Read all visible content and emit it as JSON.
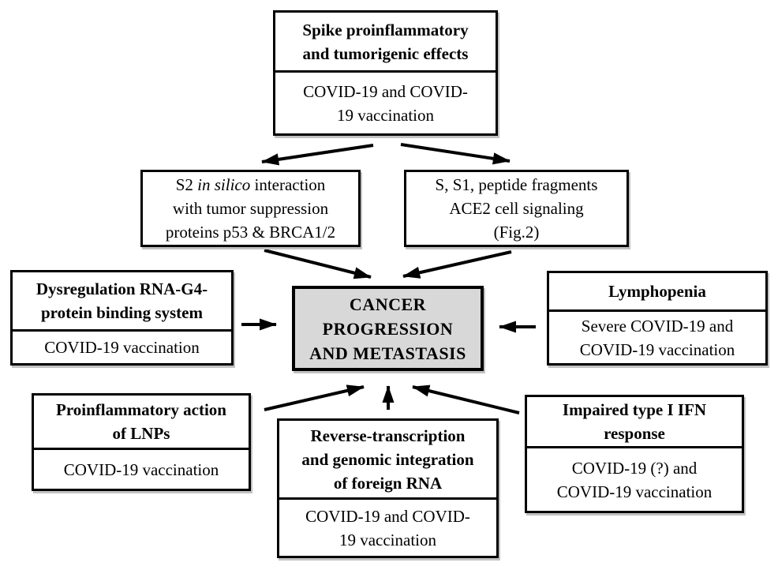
{
  "diagram": {
    "center": {
      "label": "CANCER\nPROGRESSION\nAND METASTASIS"
    },
    "boxes": {
      "spike": {
        "title": "Spike proinflammatory\nand tumorigenic effects",
        "body": "COVID-19 and COVID-\n19 vaccination"
      },
      "s2": {
        "pre": "S2 ",
        "italic": "in silico",
        "post": " interaction\nwith tumor suppression\nproteins p53 & BRCA1/2"
      },
      "ss1": {
        "text": "S, S1, peptide fragments\nACE2 cell signaling\n(Fig.2)"
      },
      "dysregulation": {
        "title": "Dysregulation RNA-G4-\nprotein binding system",
        "body": "COVID-19 vaccination"
      },
      "lymphopenia": {
        "title": "Lymphopenia",
        "body": "Severe COVID-19 and\nCOVID-19 vaccination"
      },
      "lnp": {
        "title": "Proinflammatory action\nof LNPs",
        "body": "COVID-19 vaccination"
      },
      "reverse": {
        "title": "Reverse-transcription\nand genomic integration\nof foreign RNA",
        "body": "COVID-19 and COVID-\n19 vaccination"
      },
      "ifn": {
        "title": "Impaired type I IFN\nresponse",
        "body": "COVID-19 (?) and\nCOVID-19 vaccination"
      }
    },
    "colors": {
      "background": "#ffffff",
      "border": "#000000",
      "center_fill": "#d8d8d8"
    }
  }
}
